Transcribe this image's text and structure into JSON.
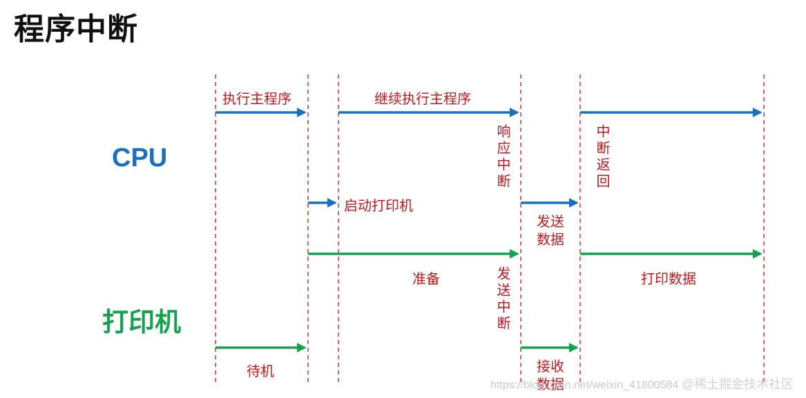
{
  "title": "程序中断",
  "rows": {
    "cpu": "CPU",
    "printer": "打印机"
  },
  "labels": {
    "exec_main": "执行主程序",
    "continue_main": "继续执行主程序",
    "respond_interrupt": "响应中断",
    "interrupt_return": "中断返回",
    "start_printer": "启动打印机",
    "send_data_line1": "发送",
    "send_data_line2": "数据",
    "prepare": "准备",
    "send_interrupt": "发送中断",
    "print_data": "打印数据",
    "standby": "待机",
    "receive_line1": "接收",
    "receive_line2": "数据"
  },
  "colors": {
    "cpu_arrow": "#1a6fc0",
    "printer_arrow": "#17a050",
    "label_text": "#c0171c",
    "guide_line": "#c0171c"
  },
  "watermark": {
    "url": "https://blog.csdn.net/weixin_41800584",
    "brand": "@稀土掘金技术社区"
  }
}
